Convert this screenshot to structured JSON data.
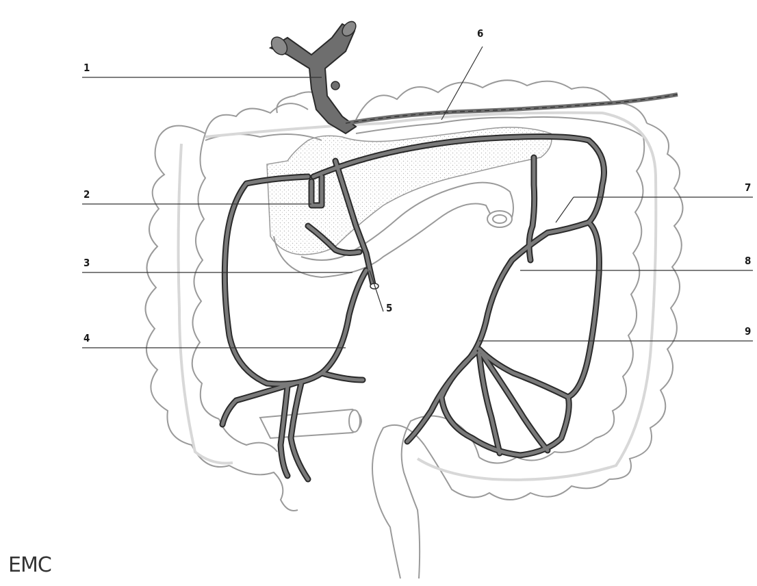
{
  "diagram": {
    "callouts": [
      {
        "id": "1",
        "label": "1"
      },
      {
        "id": "2",
        "label": "2"
      },
      {
        "id": "3",
        "label": "3"
      },
      {
        "id": "4",
        "label": "4"
      },
      {
        "id": "5",
        "label": "5"
      },
      {
        "id": "6",
        "label": "6"
      },
      {
        "id": "7",
        "label": "7"
      },
      {
        "id": "8",
        "label": "8"
      },
      {
        "id": "9",
        "label": "9"
      }
    ],
    "logo": "EMC",
    "colors": {
      "vessel_fill": "#6e6e6e",
      "vessel_outline": "#2a2a2a",
      "organ_outline": "#9a9a9a",
      "leader_line": "#333333"
    }
  }
}
